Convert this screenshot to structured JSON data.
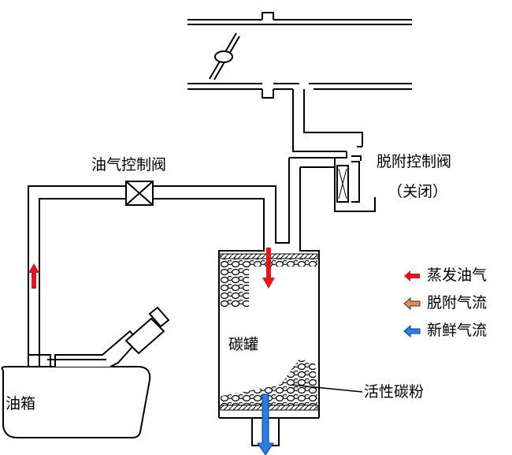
{
  "labels": {
    "fuel_vapor_valve": "油气控制阀",
    "purge_valve": "脱附控制阀",
    "purge_valve_state": "（关闭）",
    "canister": "碳罐",
    "fuel_tank": "油箱",
    "activated_carbon": "活性碳粉"
  },
  "legend": [
    {
      "label": "蒸发油气",
      "color": "#e8141b"
    },
    {
      "label": "脱附气流",
      "color": "#f08a4b"
    },
    {
      "label": "新鲜气流",
      "color": "#2a7de1"
    }
  ]
}
